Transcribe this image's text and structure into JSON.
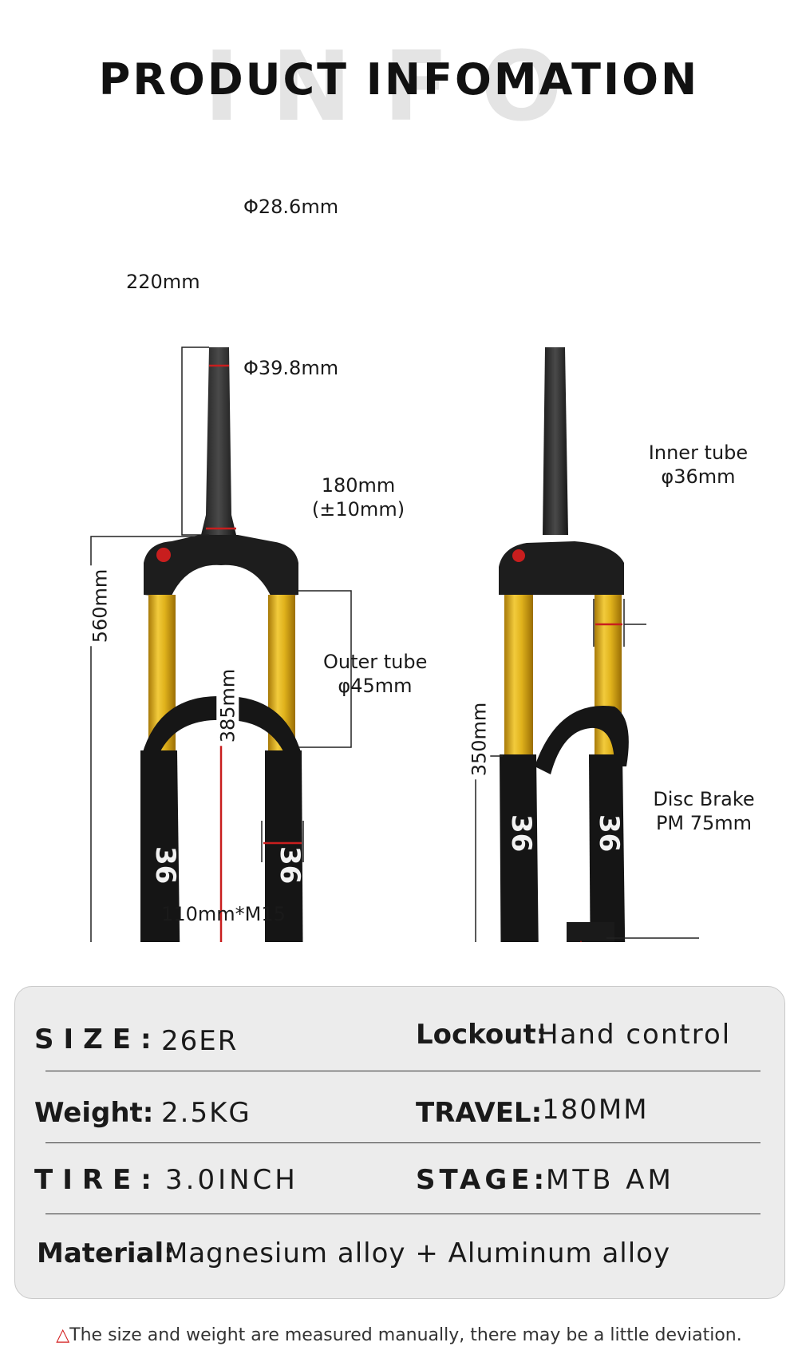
{
  "header": {
    "background_word": "INFO",
    "title": "PRODUCT INFOMATION"
  },
  "diagram": {
    "steerer_top_dia": "Φ28.6mm",
    "steerer_length": "220mm",
    "steerer_bottom_dia": "Φ39.8mm",
    "overall_length": "560mm",
    "travel_line1": "180mm",
    "travel_line2": "(±10mm)",
    "axle_to_crown": "385mm",
    "outer_tube_line1": "Outer tube",
    "outer_tube_line2": "φ45mm",
    "axle_spec": "110mm*M15",
    "inner_tube_line1": "Inner tube",
    "inner_tube_line2": "φ36mm",
    "lower_length": "350mm",
    "brake_line1": "Disc Brake",
    "brake_line2": "PM 75mm",
    "colors": {
      "stanchion": "#d6a514",
      "body": "#151515",
      "dim_line": "#222222",
      "arrow": "#c81e1e"
    }
  },
  "specs": {
    "size_label": "SIZE:",
    "size_value": "26ER",
    "lockout_label": "Lockout:",
    "lockout_value": "Hand control",
    "weight_label": "Weight:",
    "weight_value": "2.5KG",
    "travel_label": "TRAVEL:",
    "travel_value": "180MM",
    "tire_label": "TIRE:",
    "tire_value": "3.0INCH",
    "stage_label": "STAGE:",
    "stage_value": "MTB AM",
    "material_label": "Material:",
    "material_value": "Magnesium alloy + Aluminum alloy"
  },
  "footer": {
    "warning_icon": "△",
    "note": "The size and weight are measured manually, there may be a little deviation."
  }
}
